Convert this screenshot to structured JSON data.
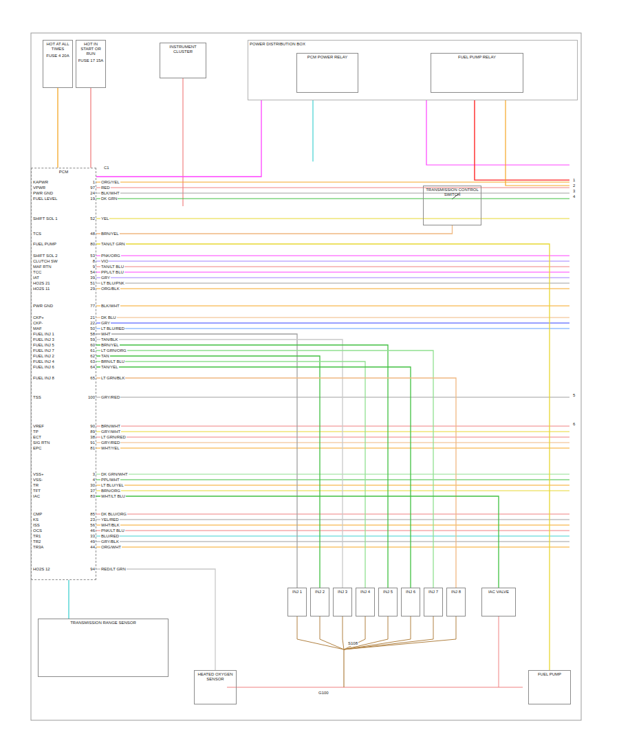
{
  "diagram": {
    "nodes": [
      {
        "text": [
          "PCM"
        ]
      },
      {
        "text": [
          "HOT AT ALL TIMES",
          "FUSE 4 20A"
        ]
      },
      {
        "text": [
          "HOT IN START OR RUN",
          "FUSE 17 15A"
        ]
      },
      {
        "text": [
          "INSTRUMENT CLUSTER"
        ]
      },
      {
        "text": [
          "POWER DISTRIBUTION BOX"
        ]
      },
      {
        "text": [
          "PCM POWER RELAY"
        ],
        "in": 4
      },
      {
        "text": [
          "FUEL PUMP RELAY"
        ],
        "in": 4
      },
      {
        "text": [
          "TRANSMISSION CONTROL SWITCH"
        ]
      },
      {
        "text": [
          "INJ 1"
        ]
      },
      {
        "text": [
          "INJ 2"
        ]
      },
      {
        "text": [
          "INJ 3"
        ]
      },
      {
        "text": [
          "INJ 4"
        ]
      },
      {
        "text": [
          "INJ 5"
        ]
      },
      {
        "text": [
          "INJ 6"
        ]
      },
      {
        "text": [
          "INJ 7"
        ]
      },
      {
        "text": [
          "INJ 8"
        ]
      },
      {
        "text": [
          "IAC VALVE"
        ]
      },
      {
        "text": [
          "TRANSMISSION RANGE SENSOR"
        ]
      },
      {
        "text": [
          "HEATED OXYGEN SENSOR"
        ]
      },
      {
        "text": [
          "FUEL PUMP"
        ]
      }
    ],
    "edges": [
      {
        "from": 1,
        "to": 0,
        "arrow": "none"
      },
      {
        "from": 2,
        "to": 0,
        "arrow": "none"
      },
      {
        "from": 4,
        "to": 0,
        "arrow": "none"
      },
      {
        "from": 0,
        "to": 7,
        "arrow": "none"
      },
      {
        "from": 0,
        "to": 8,
        "arrow": "none"
      },
      {
        "from": 0,
        "to": 9,
        "arrow": "none"
      },
      {
        "from": 0,
        "to": 10,
        "arrow": "none"
      },
      {
        "from": 0,
        "to": 11,
        "arrow": "none"
      },
      {
        "from": 0,
        "to": 12,
        "arrow": "none"
      },
      {
        "from": 0,
        "to": 13,
        "arrow": "none"
      },
      {
        "from": 0,
        "to": 14,
        "arrow": "none"
      },
      {
        "from": 0,
        "to": 15,
        "arrow": "none"
      },
      {
        "from": 0,
        "to": 16,
        "arrow": "none"
      },
      {
        "from": 0,
        "to": 17,
        "arrow": "none"
      },
      {
        "from": 0,
        "to": 18,
        "arrow": "none"
      },
      {
        "from": 0,
        "to": 19,
        "arrow": "none"
      }
    ],
    "labels": [
      "KAPWR",
      "1",
      "ORG/YEL",
      "VPWR",
      "97",
      "RED",
      "PWR GND",
      "24",
      "BLK/WHT",
      "FUEL LEVEL",
      "19",
      "DK GRN",
      "SHIFT SOL 1",
      "52",
      "YEL",
      "TCS",
      "48",
      "BRN/YEL",
      "FUEL PUMP",
      "80",
      "TAN/LT GRN",
      "SHIFT SOL 2",
      "53",
      "PNK/ORG",
      "CLUTCH SW",
      "8",
      "VIO",
      "MAF RTN",
      "9",
      "TAN/LT BLU",
      "TCC",
      "54",
      "PPL/LT BLU",
      "IAT",
      "39",
      "GRY",
      "HO2S 21",
      "51",
      "LT BLU/PNK",
      "HO2S 11",
      "29",
      "ORG/BLK",
      "PWR GND",
      "77",
      "BLK/WHT",
      "CKP+",
      "21",
      "DK BLU",
      "CKP-",
      "22",
      "GRY",
      "MAF",
      "50",
      "LT BLU/RED",
      "FUEL INJ 1",
      "58",
      "WHT",
      "FUEL INJ 3",
      "59",
      "TAN/BLK",
      "FUEL INJ 5",
      "60",
      "BRN/YEL",
      "FUEL INJ 7",
      "61",
      "LT GRN/ORG",
      "FUEL INJ 2",
      "62",
      "TAN",
      "FUEL INJ 4",
      "63",
      "BRN/LT BLU",
      "FUEL INJ 6",
      "64",
      "TAN/YEL",
      "FUEL INJ 8",
      "65",
      "LT GRN/BLK",
      "TSS",
      "100",
      "GRY/RED",
      "VREF",
      "90",
      "BRN/WHT",
      "TP",
      "89",
      "GRY/WHT",
      "ECT",
      "38",
      "LT GRN/RED",
      "SIG RTN",
      "91",
      "GRY/RED",
      "EPC",
      "81",
      "WHT/YEL",
      "VSS+",
      "3",
      "DK GRN/WHT",
      "VSS-",
      "4",
      "PPL/WHT",
      "TR",
      "30",
      "LT BLU/YEL",
      "TFT",
      "37",
      "BRN/ORG",
      "IAC",
      "83",
      "WHT/LT BLU",
      "CMP",
      "85",
      "DK BLU/ORG",
      "KS",
      "23",
      "YEL/RED",
      "ISS",
      "56",
      "WHT/BLK",
      "OCS",
      "46",
      "PNK/LT BLU",
      "TR1",
      "33",
      "BLU/RED",
      "TR2",
      "49",
      "GRY/BLK",
      "TR3A",
      "44",
      "ORG/WHT",
      "HO2S 12",
      "94",
      "RED/LT GRN",
      "C1",
      "G100",
      "S108",
      "1",
      "2",
      "3",
      "4",
      "5",
      "6"
    ]
  }
}
